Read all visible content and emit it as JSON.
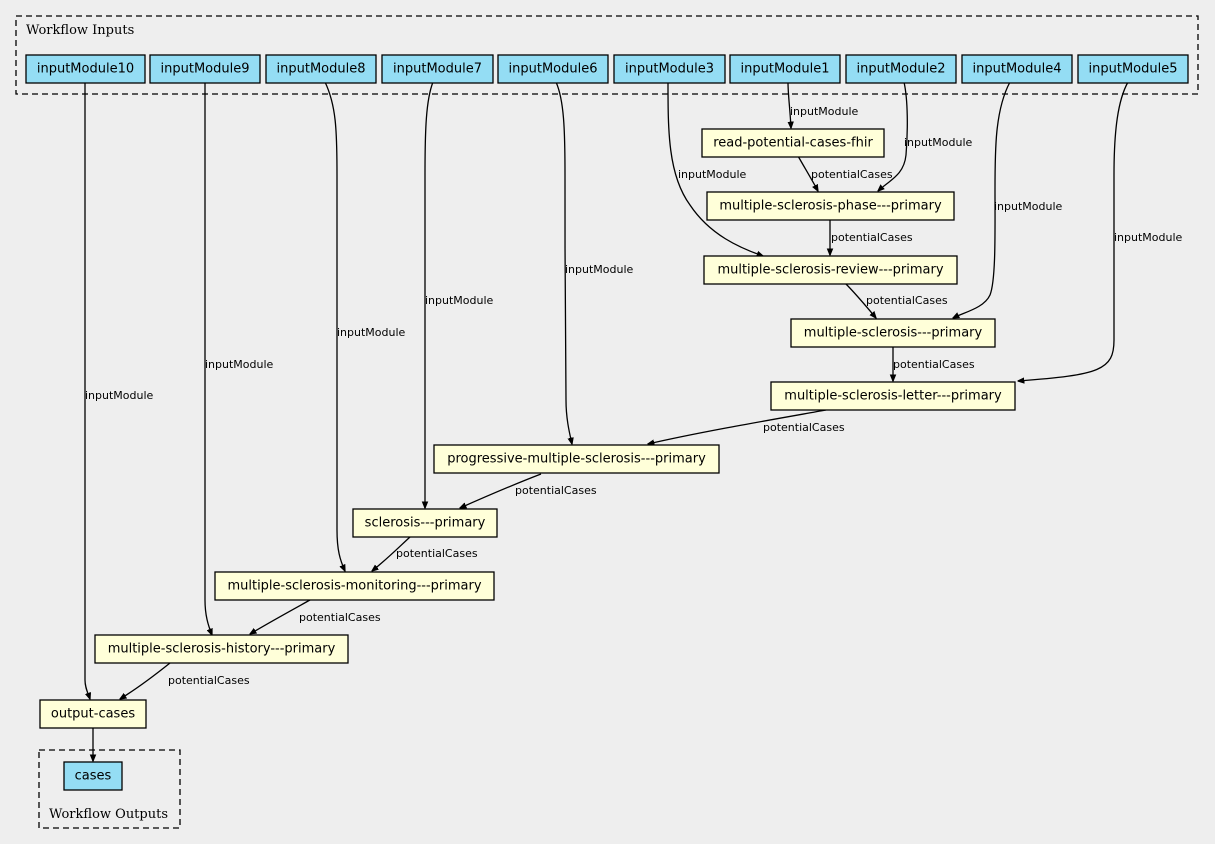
{
  "clusters": {
    "inputs_label": "Workflow Inputs",
    "outputs_label": "Workflow Outputs"
  },
  "colors": {
    "input_fill": "#94ddf4",
    "step_fill": "#ffffd9",
    "background": "#eeeeee"
  },
  "nodes": {
    "in10": "inputModule10",
    "in9": "inputModule9",
    "in8": "inputModule8",
    "in7": "inputModule7",
    "in6": "inputModule6",
    "in3": "inputModule3",
    "in1": "inputModule1",
    "in2": "inputModule2",
    "in4": "inputModule4",
    "in5": "inputModule5",
    "read": "read-potential-cases-fhir",
    "phase": "multiple-sclerosis-phase---primary",
    "review": "multiple-sclerosis-review---primary",
    "ms": "multiple-sclerosis---primary",
    "letter": "multiple-sclerosis-letter---primary",
    "progressive": "progressive-multiple-sclerosis---primary",
    "sclerosis": "sclerosis---primary",
    "monitoring": "multiple-sclerosis-monitoring---primary",
    "history": "multiple-sclerosis-history---primary",
    "output_cases": "output-cases",
    "cases": "cases"
  },
  "edges": {
    "in1_read": "inputModule",
    "read_phase": "potentialCases",
    "in2_phase": "inputModule",
    "in3_review": "inputModule",
    "phase_review": "potentialCases",
    "in4_ms": "inputModule",
    "review_ms": "potentialCases",
    "in5_letter": "inputModule",
    "ms_letter": "potentialCases",
    "in6_progressive": "inputModule",
    "letter_progressive": "potentialCases",
    "in7_sclerosis": "inputModule",
    "progressive_sclerosis": "potentialCases",
    "in8_monitoring": "inputModule",
    "sclerosis_monitoring": "potentialCases",
    "in9_history": "inputModule",
    "monitoring_history": "potentialCases",
    "in10_output": "inputModule",
    "history_output": "potentialCases"
  }
}
